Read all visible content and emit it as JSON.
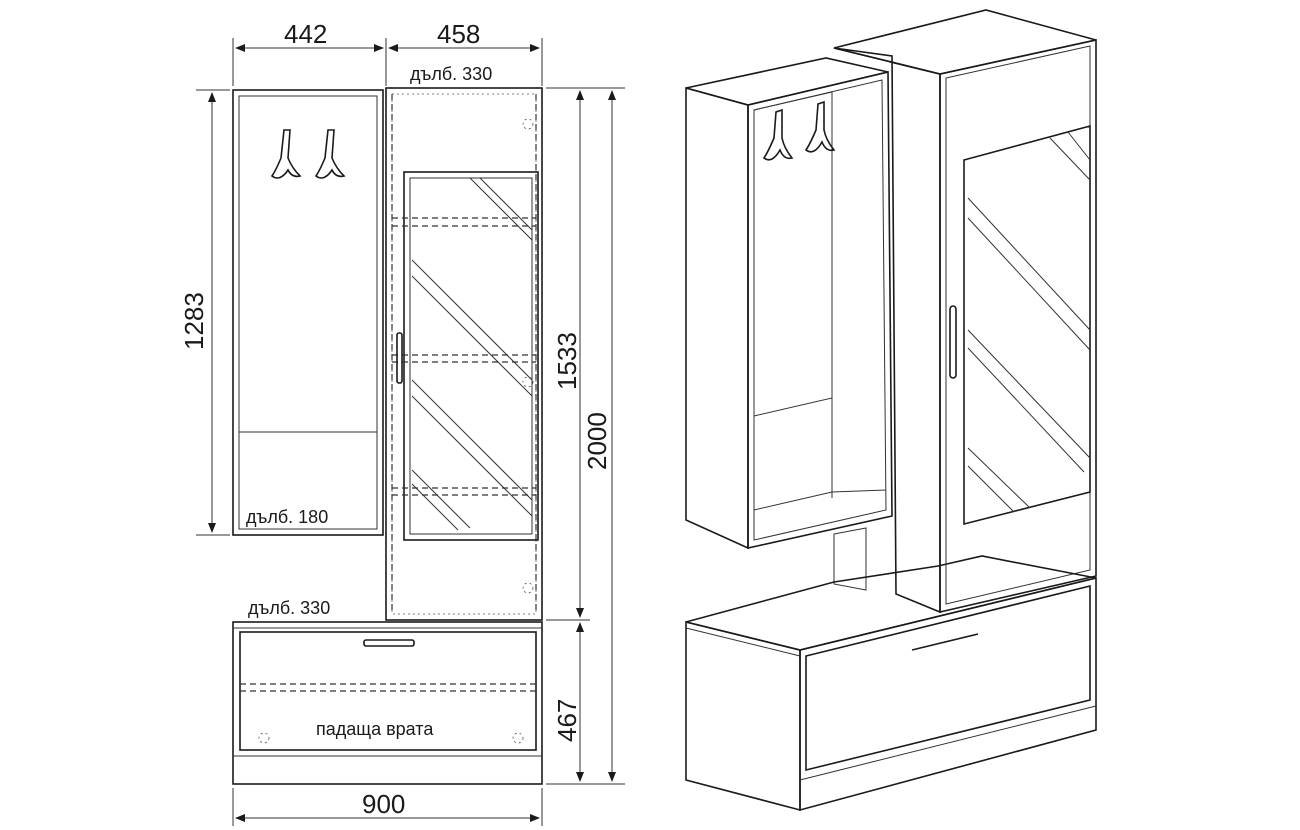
{
  "front_view": {
    "dim_width_left": "442",
    "dim_width_right": "458",
    "dim_depth_right": "дълб. 330",
    "dim_height_hanger": "1283",
    "dim_height_cabinet": "1533",
    "dim_height_total": "2000",
    "dim_height_bench": "467",
    "dim_width_total": "900",
    "depth_hanger": "дълб. 180",
    "depth_bench": "дълб. 330",
    "bench_door_label": "падаща врата"
  },
  "colors": {
    "line": "#1a1a1a",
    "background": "#ffffff"
  }
}
